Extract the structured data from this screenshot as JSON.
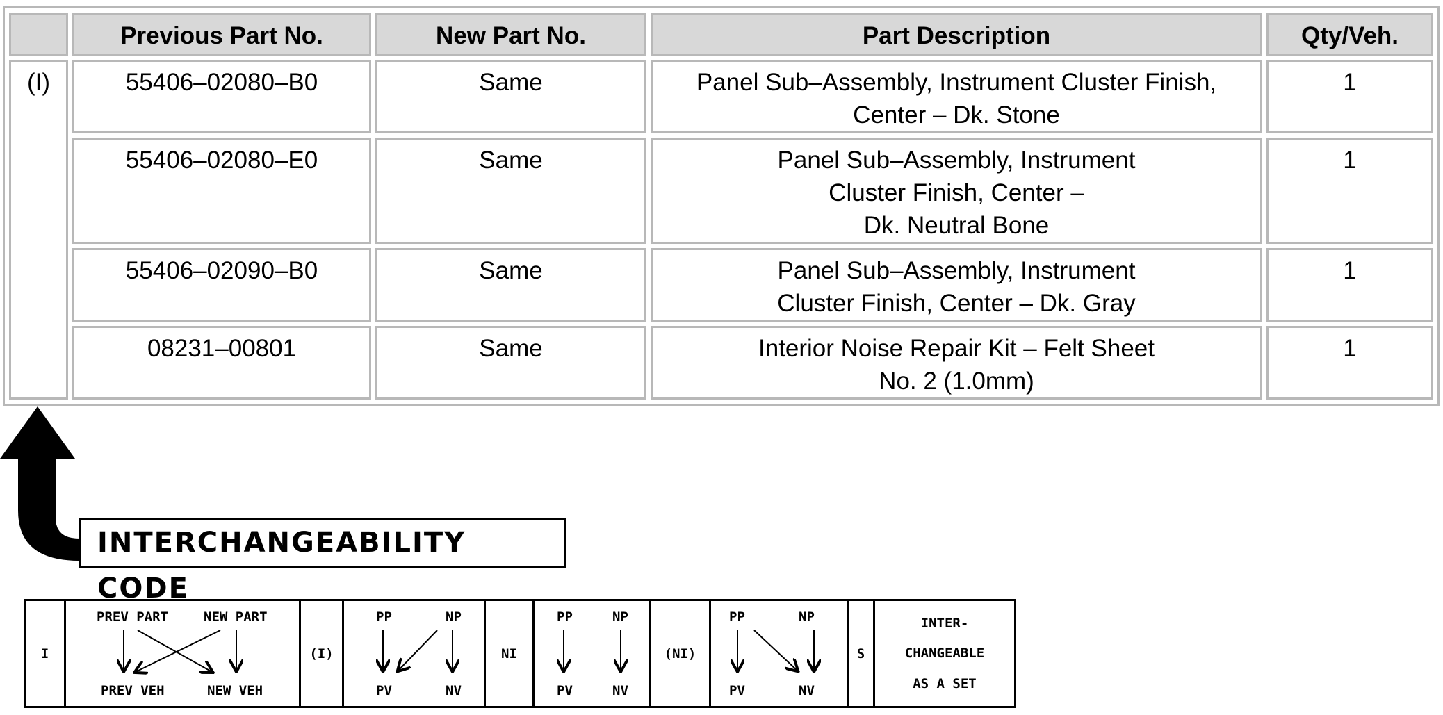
{
  "table": {
    "headers": {
      "code": "",
      "prev": "Previous Part No.",
      "new": "New Part No.",
      "desc": "Part Description",
      "qty": "Qty/Veh."
    },
    "code": "(I)",
    "rows": [
      {
        "prev": "55406–02080–B0",
        "new": "Same",
        "desc": "Panel Sub–Assembly, Instrument Cluster Finish,\nCenter – Dk. Stone",
        "qty": "1"
      },
      {
        "prev": "55406–02080–E0",
        "new": "Same",
        "desc": "Panel Sub–Assembly, Instrument\nCluster Finish, Center –\nDk. Neutral Bone",
        "qty": "1"
      },
      {
        "prev": "55406–02090–B0",
        "new": "Same",
        "desc": "Panel Sub–Assembly, Instrument\nCluster Finish, Center – Dk. Gray",
        "qty": "1"
      },
      {
        "prev": "08231–00801",
        "new": "Same",
        "desc": "Interior Noise Repair Kit – Felt Sheet\nNo. 2 (1.0mm)",
        "qty": "1"
      }
    ]
  },
  "interchangeability_label": "INTERCHANGEABILITY CODE",
  "legend": {
    "I": {
      "code": "I",
      "top_left": "PREV PART",
      "top_right": "NEW PART",
      "bottom_left": "PREV VEH",
      "bottom_right": "NEW VEH"
    },
    "I_paren": {
      "code": "(I)",
      "top_left": "PP",
      "top_right": "NP",
      "bottom_left": "PV",
      "bottom_right": "NV"
    },
    "NI": {
      "code": "NI",
      "top_left": "PP",
      "top_right": "NP",
      "bottom_left": "PV",
      "bottom_right": "NV"
    },
    "NI_paren": {
      "code": "(NI)",
      "top_left": "PP",
      "top_right": "NP",
      "bottom_left": "PV",
      "bottom_right": "NV"
    },
    "S": {
      "code": "S",
      "line1": "INTER-",
      "line2": "CHANGEABLE",
      "line3": "AS A SET"
    }
  },
  "colors": {
    "border": "#b8b8b8",
    "header_bg": "#d8d8d8"
  }
}
